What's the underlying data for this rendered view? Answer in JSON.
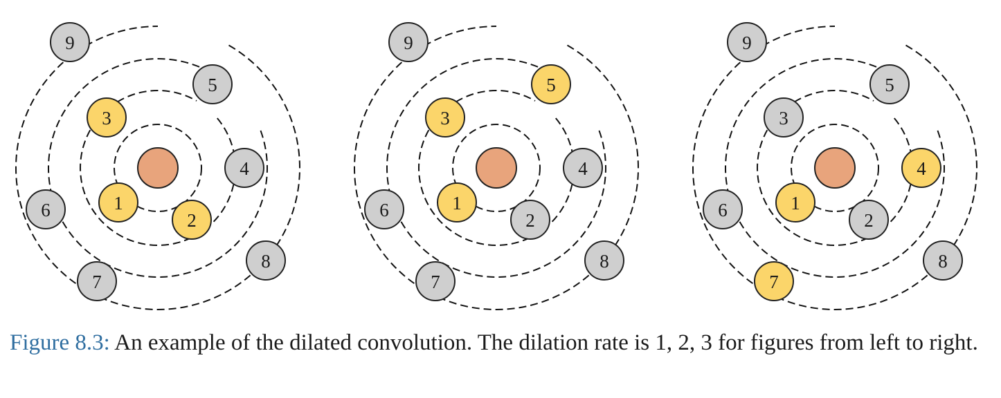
{
  "colors": {
    "center": "#e8a47c",
    "highlight": "#fbd56a",
    "inactive": "#cfcfcf",
    "caption_label": "#2f6ea0"
  },
  "panels": [
    {
      "highlighted": [
        "1",
        "2",
        "3"
      ],
      "nodes": [
        "1",
        "2",
        "3",
        "4",
        "5",
        "6",
        "7",
        "8",
        "9"
      ]
    },
    {
      "highlighted": [
        "1",
        "3",
        "5"
      ],
      "nodes": [
        "1",
        "2",
        "3",
        "4",
        "5",
        "6",
        "7",
        "8",
        "9"
      ]
    },
    {
      "highlighted": [
        "1",
        "4",
        "7"
      ],
      "nodes": [
        "1",
        "2",
        "3",
        "4",
        "5",
        "6",
        "7",
        "8",
        "9"
      ]
    }
  ],
  "caption": {
    "label": "Figure 8.3:",
    "text": " An example of the dilated convolution. The dilation rate is 1, 2, 3 for figures from left to right."
  }
}
